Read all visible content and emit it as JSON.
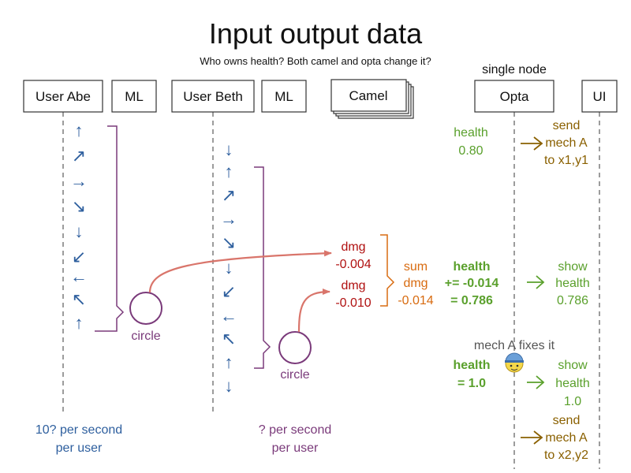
{
  "title": "Input output data",
  "subtitle": "Who owns health? Both camel and opta change it?",
  "single_node_label": "single node",
  "actors": {
    "user_abe": "User Abe",
    "ml1": "ML",
    "user_beth": "User Beth",
    "ml2": "ML",
    "camel": "Camel",
    "opta": "Opta",
    "ui": "UI"
  },
  "arrows_abe": [
    "↑",
    "↗",
    "→",
    "↘",
    "↓",
    "↙",
    "←",
    "↖",
    "↑"
  ],
  "arrows_beth": [
    "↓",
    "↑",
    "↗",
    "→",
    "↘",
    "↓",
    "↙",
    "←",
    "↖",
    "↑",
    "↓"
  ],
  "circle_label": "circle",
  "abe_rate": [
    "10? per second",
    "per user"
  ],
  "beth_rate": [
    "? per second",
    "per user"
  ],
  "dmg1": [
    "dmg",
    "-0.004"
  ],
  "dmg2": [
    "dmg",
    "-0.010"
  ],
  "sum": [
    "sum",
    "dmg",
    "-0.014"
  ],
  "health_initial": [
    "health",
    "0.80"
  ],
  "send1": [
    "send",
    "mech A",
    "to x1,y1"
  ],
  "health_update": [
    "health",
    "+= -0.014",
    "= 0.786"
  ],
  "show1": [
    "show",
    "health",
    "0.786"
  ],
  "mech_fix": "mech A fixes it",
  "health_fixed": [
    "health",
    "= 1.0"
  ],
  "show2": [
    "show",
    "health",
    "1.0"
  ],
  "send2": [
    "send",
    "mech A",
    "to x2,y2"
  ],
  "colors": {
    "blue": "#2e5f9e",
    "purple": "#7a3a7a",
    "red": "#b01010",
    "orange": "#d86b10",
    "green": "#5aa02c",
    "brown": "#8a6000",
    "salmon": "#d9756b",
    "gray": "#555555"
  },
  "icons": [
    "worker-face-icon"
  ]
}
